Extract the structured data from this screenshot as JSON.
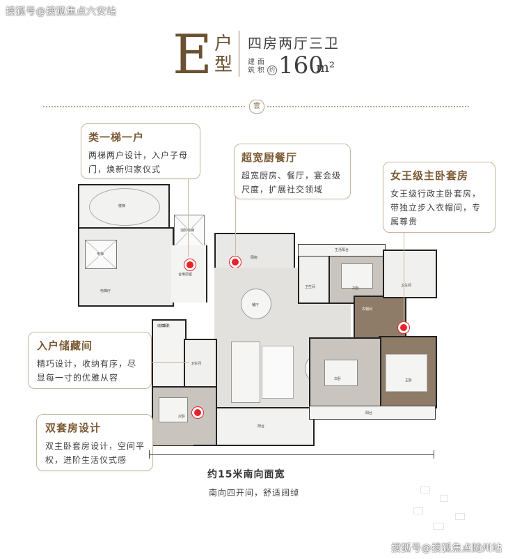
{
  "watermark_top": "搜狐号@搜狐焦点六安站",
  "watermark_bottom": "搜狐号@搜狐焦点随州站",
  "header": {
    "letter": "E",
    "type_char_1": "户",
    "type_char_2": "型",
    "rooms": "四房两厅三卫",
    "area_label_1": "建筑",
    "area_label_2": "面积",
    "area_prefix": "约",
    "area_value": "160",
    "area_unit": "m²",
    "badge": "雲"
  },
  "features": [
    {
      "title": "类一梯一户",
      "text_1": "两梯两户设计，入户子母",
      "text_2": "门，焕新归家仪式"
    },
    {
      "title": "超宽厨餐厅",
      "text_1": "超宽厨房、餐厅，宴会级",
      "text_2": "尺度，扩展社交领域"
    },
    {
      "title": "女王级主卧套房",
      "text_1": "女王级行政主卧套房，",
      "text_2": "带独立步入衣帽间，专",
      "text_3": "属尊贵"
    },
    {
      "title": "入户储藏间",
      "text_1": "精巧设计，收纳有序，尽",
      "text_2": "显每一寸的优雅从容"
    },
    {
      "title": "双套房设计",
      "text_1": "双主卧套房设计，空间平",
      "text_2": "权，进阶生活仪式感"
    }
  ],
  "plan_labels": {
    "elevator_1": "电梯",
    "elevator_2": "消防电梯",
    "stair": "楼梯",
    "lobby": "合用前室",
    "elevator_hall": "电梯厅",
    "kitchen": "厨房",
    "dining": "餐厅",
    "living": "客厅",
    "bedroom_1": "次卧",
    "bedroom_2": "次卧",
    "bedroom_3": "次卧",
    "master": "主卧",
    "bath_1": "卫生间",
    "bath_2": "卫生间",
    "bath_3": "卫生间",
    "cloak": "衣帽间",
    "balcony_1": "生活阳台",
    "balcony_2": "阳台",
    "balcony_3": "阳台",
    "entry": "玄关",
    "storage": "储藏间"
  },
  "dimension": {
    "label": "约15米南向面宽",
    "sub": "南向四开间，舒适阔绰"
  }
}
